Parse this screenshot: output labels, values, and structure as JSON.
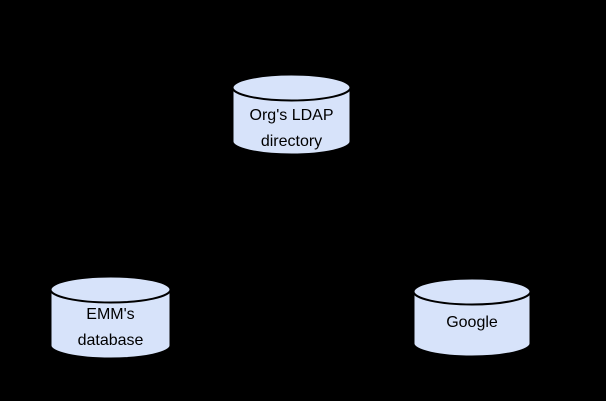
{
  "diagram": {
    "type": "database-sync-diagram",
    "background_color": "#000000",
    "node_fill_color": "#d7e3fa",
    "node_stroke_color": "#000000",
    "text_color": "#000000",
    "nodes": {
      "ldap": {
        "line1": "Org's LDAP",
        "line2": "directory"
      },
      "emm": {
        "line1": "EMM's",
        "line2": "database"
      },
      "google": {
        "line1": "Google"
      }
    }
  }
}
